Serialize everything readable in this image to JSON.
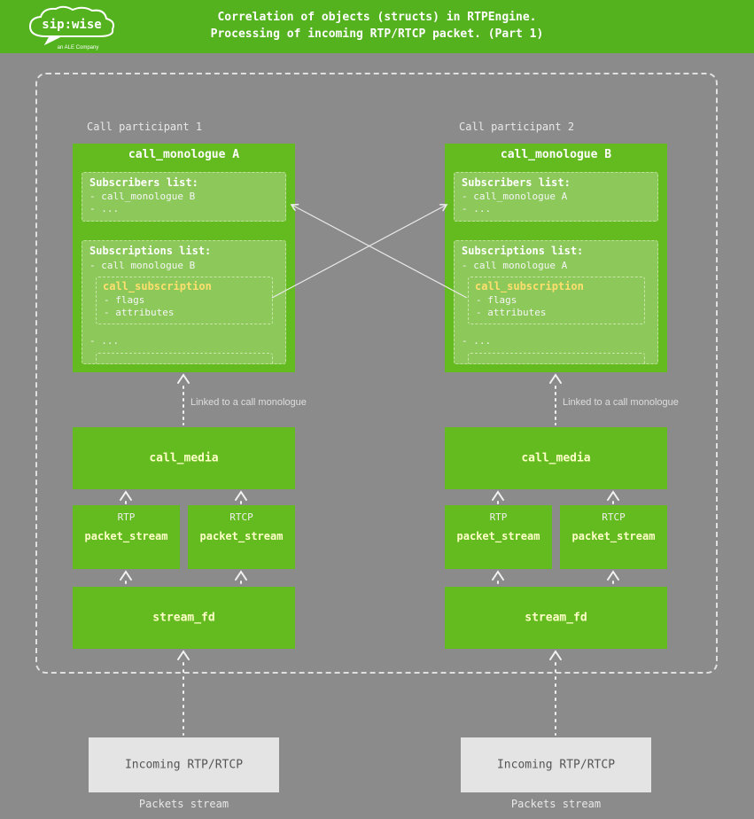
{
  "header": {
    "title_line1": "Correlation of objects (structs) in RTPEngine.",
    "title_line2": "Processing of incoming RTP/RTCP packet. (Part 1)",
    "logo_text": "sip:wise",
    "logo_subtext": "an ALE Company"
  },
  "colors": {
    "header_green": "#54b21f",
    "box_green": "#64bb20",
    "inner_green": "#8cc95a",
    "subscription_title_yellow": "#ffdf6e",
    "background_gray": "#8b8b8b",
    "incoming_box_bg": "#e4e4e4"
  },
  "diagram": {
    "participants": [
      {
        "label": "Call participant 1",
        "monologue": {
          "title": "call_monologue A",
          "subscribers": {
            "title": "Subscribers list:",
            "items": [
              "- call_monologue B",
              "- ..."
            ]
          },
          "subscriptions": {
            "title": "Subscriptions list:",
            "item": "- call monologue B",
            "subscription": {
              "title": "call_subscription",
              "items": [
                "- flags",
                "- attributes"
              ]
            },
            "more": "- ..."
          }
        },
        "linked_label": "Linked to a call monologue",
        "call_media": "call_media",
        "streams": [
          {
            "proto": "RTP",
            "label": "packet_stream"
          },
          {
            "proto": "RTCP",
            "label": "packet_stream"
          }
        ],
        "stream_fd": "stream_fd",
        "incoming": "Incoming RTP/RTCP",
        "packets_label": "Packets stream"
      },
      {
        "label": "Call participant 2",
        "monologue": {
          "title": "call_monologue B",
          "subscribers": {
            "title": "Subscribers list:",
            "items": [
              "- call_monologue A",
              "- ..."
            ]
          },
          "subscriptions": {
            "title": "Subscriptions list:",
            "item": "- call monologue A",
            "subscription": {
              "title": "call_subscription",
              "items": [
                "- flags",
                "- attributes"
              ]
            },
            "more": "- ..."
          }
        },
        "linked_label": "Linked to a call monologue",
        "call_media": "call_media",
        "streams": [
          {
            "proto": "RTP",
            "label": "packet_stream"
          },
          {
            "proto": "RTCP",
            "label": "packet_stream"
          }
        ],
        "stream_fd": "stream_fd",
        "incoming": "Incoming RTP/RTCP",
        "packets_label": "Packets stream"
      }
    ]
  }
}
